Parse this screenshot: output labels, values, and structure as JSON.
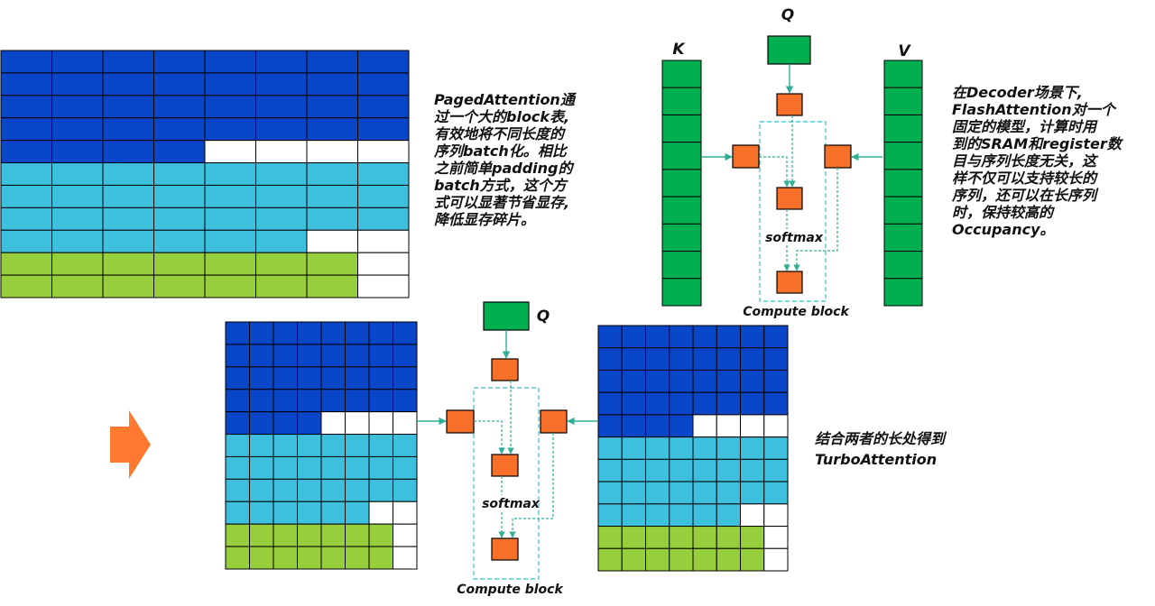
{
  "colors": {
    "dark_blue": "#0a46c8",
    "light_blue": "#3dbfde",
    "green": "#97cf3c",
    "box_green": "#00b050",
    "box_orange": "#f7702a",
    "teal": "#2eaf96",
    "dashed": "#57c6d3",
    "arrow": "#ff7a30"
  },
  "top_right": {
    "q_label": "Q",
    "k_label": "K",
    "v_label": "V",
    "softmax": "softmax",
    "compute_block": "Compute block"
  },
  "bottom": {
    "q_label": "Q",
    "softmax": "softmax",
    "compute_block": "Compute block"
  },
  "notes": {
    "paged": "PagedAttention通\n过一个大的block表,\n有效地将不同长度的\n序列batch化。相比\n之前简单padding的\nbatch方式，这个方\n式可以显著节省显存,\n降低显存碎片。",
    "flash": "在Decoder场景下,\nFlashAttention对一个\n固定的模型，计算时用\n到的SRAM和register数\n目与序列长度无关，这\n样不仅可以支持较长的\n序列，还可以在长序列\n时，保持较高的\nOccupancy。",
    "turbo": "结合两者的长处得到\nTurboAttention"
  },
  "tables": {
    "paged_table": {
      "rows": [
        "DDDDDDDD",
        "DDDDDDDD",
        "DDDDDDDD",
        "DDDDDDDD",
        "DDDDWWWW",
        "LLLLLLLL",
        "LLLLLLLL",
        "LLLLLLLL",
        "LLLLLLWW",
        "GGGGGGGW",
        "GGGGGGGW"
      ]
    },
    "bottom_left_table": {
      "rows": [
        "DDDDDDDD",
        "DDDDDDDD",
        "DDDDDDDD",
        "DDDDDDDD",
        "DDDDWWWW",
        "LLLLLLLL",
        "LLLLLLLL",
        "LLLLLLLL",
        "LLLLLLWW",
        "GGGGGGGW",
        "GGGGGGGW"
      ]
    },
    "bottom_right_table": {
      "rows": [
        "DDDDDDDD",
        "DDDDDDDD",
        "DDDDDDDD",
        "DDDDDDDD",
        "DDDDWWWW",
        "LLLLLLLL",
        "LLLLLLLL",
        "LLLLLLLL",
        "LLLLLLWW",
        "GGGGGGGW",
        "GGGGGGGW"
      ]
    }
  }
}
